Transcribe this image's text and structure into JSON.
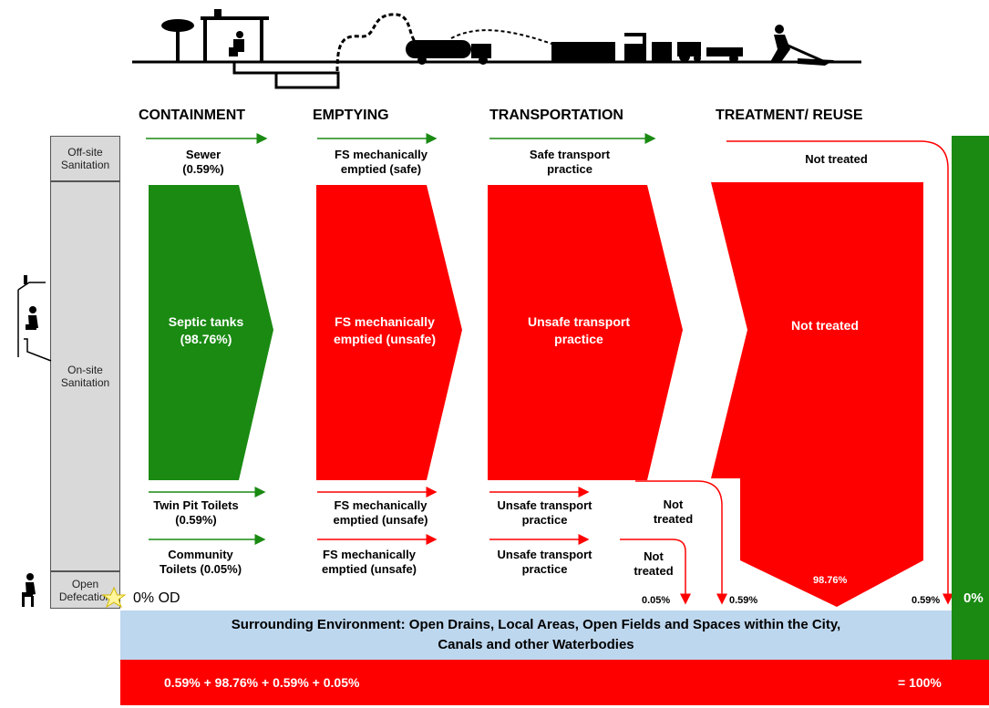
{
  "headers": {
    "containment": "CONTAINMENT",
    "emptying": "EMPTYING",
    "transportation": "TRANSPORTATION",
    "treatment": "TREATMENT/ REUSE"
  },
  "sidebar": {
    "offsite": "Off-site Sanitation",
    "onsite": "On-site Sanitation",
    "open": "Open Defecation"
  },
  "offsite_row": {
    "sewer": "Sewer",
    "sewer_pct": "(0.59%)",
    "fs_safe": "FS mechanically emptied (safe)",
    "safe_transport": "Safe transport practice",
    "not_treated": "Not treated"
  },
  "main_flow": {
    "septic": "Septic tanks",
    "septic_pct": "(98.76%)",
    "fs_unsafe": "FS mechanically emptied (unsafe)",
    "unsafe_transport": "Unsafe transport practice",
    "not_treated": "Not treated",
    "not_treated_pct": "98.76%"
  },
  "twin_pit_row": {
    "containment": "Twin Pit Toilets",
    "containment_pct": "(0.59%)",
    "emptying": "FS mechanically emptied (unsafe)",
    "transport": "Unsafe transport practice",
    "not_treated": "Not treated",
    "pct": "0.59%"
  },
  "community_row": {
    "containment": "Community Toilets (0.05%)",
    "emptying": "FS mechanically emptied (unsafe)",
    "transport": "Unsafe transport practice",
    "not_treated": "Not treated",
    "pct": "0.05%"
  },
  "open_defecation": {
    "label": "0% OD"
  },
  "sewer_end_pct": "0.59%",
  "safe_bar_pct": "0%",
  "environment": {
    "line1": "Surrounding Environment: Open Drains, Local Areas, Open Fields and Spaces within the City,",
    "line2": "Canals and other Waterbodies"
  },
  "total": {
    "formula": "0.59% + 98.76% + 0.59% + 0.05%",
    "result": "= 100%"
  },
  "colors": {
    "green": "#1a8a12",
    "red": "#ff0000",
    "env_blue": "#bdd7ee",
    "grey": "#d9d9d9"
  }
}
